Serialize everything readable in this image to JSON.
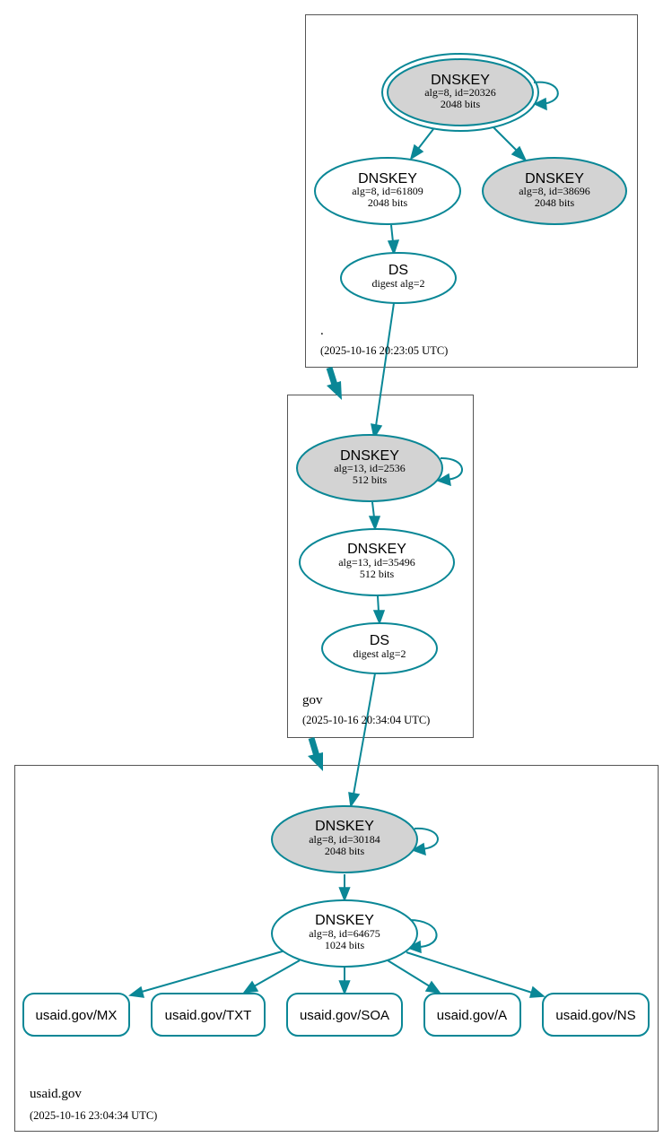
{
  "colors": {
    "edge": "#0a8796",
    "ksk_fill": "#d3d3d3",
    "zsk_fill": "#ffffff",
    "box_stroke": "#555555"
  },
  "zones": {
    "root": {
      "name": ".",
      "timestamp": "(2025-10-16 20:23:05 UTC)",
      "ksk": {
        "type": "DNSKEY",
        "alg": "alg=8, id=20326",
        "bits": "2048 bits"
      },
      "zsk": {
        "type": "DNSKEY",
        "alg": "alg=8, id=61809",
        "bits": "2048 bits"
      },
      "standby": {
        "type": "DNSKEY",
        "alg": "alg=8, id=38696",
        "bits": "2048 bits"
      },
      "ds": {
        "type": "DS",
        "digest": "digest alg=2"
      }
    },
    "gov": {
      "name": "gov",
      "timestamp": "(2025-10-16 20:34:04 UTC)",
      "ksk": {
        "type": "DNSKEY",
        "alg": "alg=13, id=2536",
        "bits": "512 bits"
      },
      "zsk": {
        "type": "DNSKEY",
        "alg": "alg=13, id=35496",
        "bits": "512 bits"
      },
      "ds": {
        "type": "DS",
        "digest": "digest alg=2"
      }
    },
    "usaid": {
      "name": "usaid.gov",
      "timestamp": "(2025-10-16 23:04:34 UTC)",
      "ksk": {
        "type": "DNSKEY",
        "alg": "alg=8, id=30184",
        "bits": "2048 bits"
      },
      "zsk": {
        "type": "DNSKEY",
        "alg": "alg=8, id=64675",
        "bits": "1024 bits"
      },
      "rrsets": [
        "usaid.gov/MX",
        "usaid.gov/TXT",
        "usaid.gov/SOA",
        "usaid.gov/A",
        "usaid.gov/NS"
      ]
    }
  }
}
